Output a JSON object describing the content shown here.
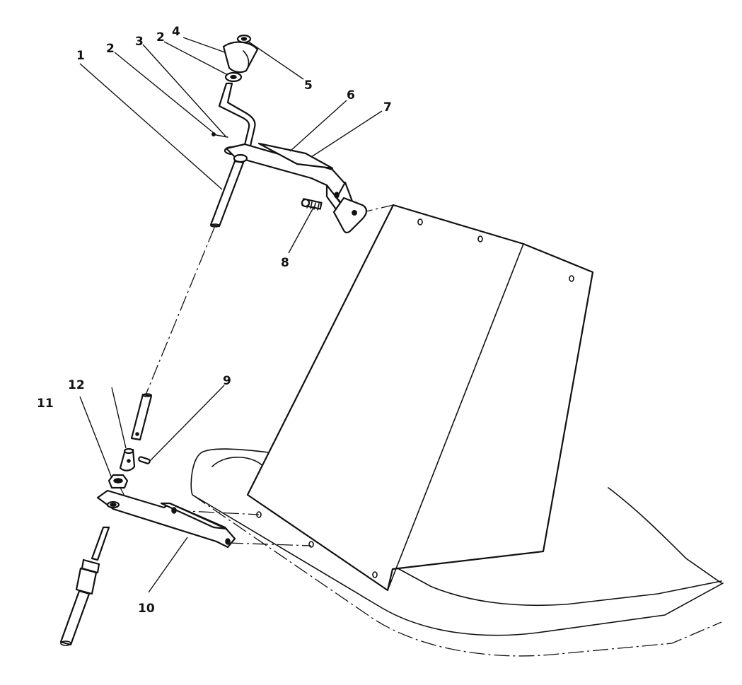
{
  "callouts": [
    {
      "id": "1",
      "label": "1"
    },
    {
      "id": "2a",
      "label": "2"
    },
    {
      "id": "3",
      "label": "3"
    },
    {
      "id": "2b",
      "label": "2"
    },
    {
      "id": "4",
      "label": "4"
    },
    {
      "id": "5",
      "label": "5"
    },
    {
      "id": "6",
      "label": "6"
    },
    {
      "id": "7",
      "label": "7"
    },
    {
      "id": "8",
      "label": "8"
    },
    {
      "id": "9",
      "label": "9"
    },
    {
      "id": "10",
      "label": "10"
    },
    {
      "id": "11",
      "label": "11"
    },
    {
      "id": "12",
      "label": "12"
    }
  ]
}
